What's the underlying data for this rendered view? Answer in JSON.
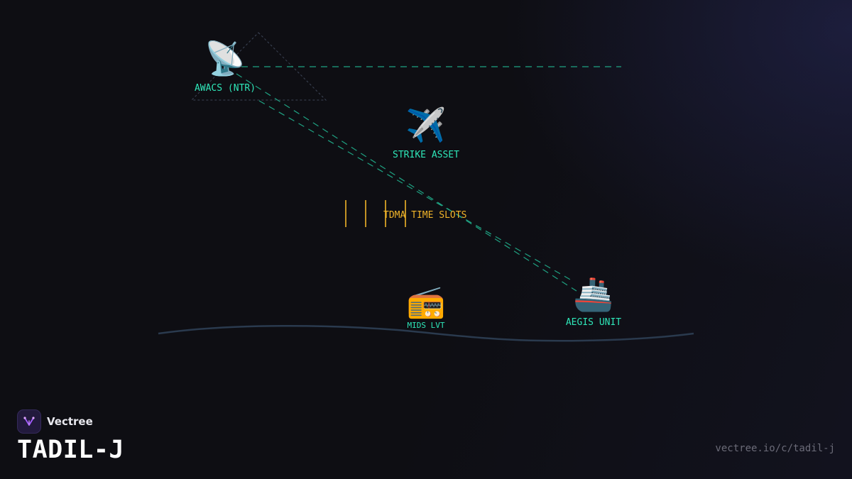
{
  "diagram": {
    "nodes": {
      "awacs": {
        "label": "AWACS (NTR)",
        "icon": "satellite-antenna-icon",
        "glyph": "📡"
      },
      "strike": {
        "label": "STRIKE ASSET",
        "icon": "airplane-icon",
        "glyph": "✈️"
      },
      "mids": {
        "label": "MIDS LVT",
        "icon": "radio-icon",
        "glyph": "📻"
      },
      "aegis": {
        "label": "AEGIS UNIT",
        "icon": "ship-icon",
        "glyph": "🚢"
      }
    },
    "tdma_label": "TDMA TIME SLOTS",
    "tdma_slot_count": 4
  },
  "colors": {
    "background": "#0e0e13",
    "link": "#1fa383",
    "label": "#2ee6b8",
    "slot": "#f0b429",
    "horizon": "#2a3a4e",
    "coverage": "#3c4456"
  },
  "brand": {
    "name": "Vectree",
    "logo_icon": "vectree-logo-icon"
  },
  "page": {
    "title": "TADIL-J",
    "url": "vectree.io/c/tadil-j"
  }
}
